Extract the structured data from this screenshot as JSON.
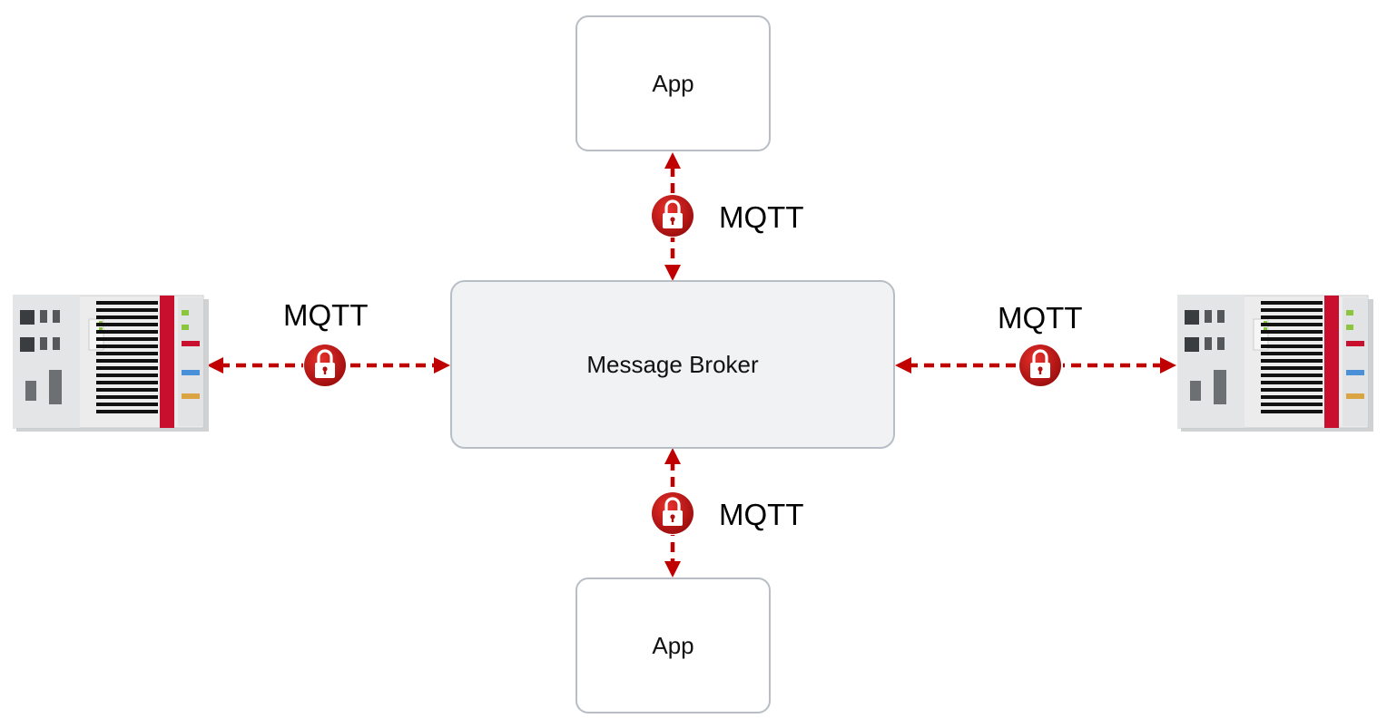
{
  "nodes": {
    "app_top": "App",
    "app_bottom": "App",
    "broker": "Message Broker"
  },
  "links": {
    "top": "MQTT",
    "bottom": "MQTT",
    "left": "MQTT",
    "right": "MQTT"
  },
  "colors": {
    "arrow": "#c00000",
    "box_border": "#b8bec6",
    "broker_fill": "#f1f2f4"
  },
  "icons": [
    "lock-icon",
    "plc-device-icon"
  ]
}
